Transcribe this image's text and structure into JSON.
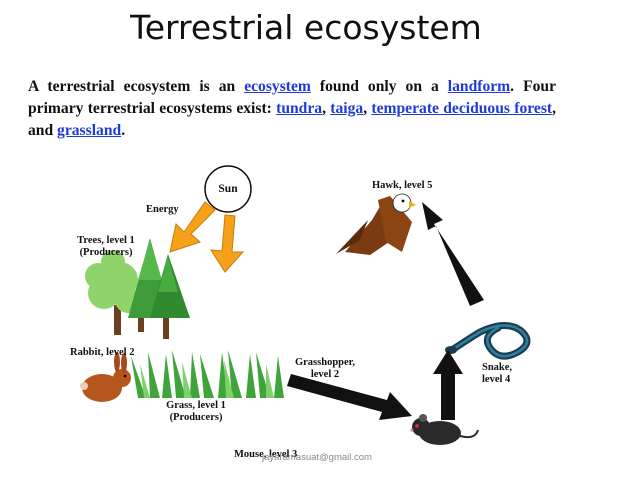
{
  "slide": {
    "title": "Terrestrial ecosystem"
  },
  "intro": {
    "t1": "A terrestrial ecosystem is an ",
    "link_ecosystem": "ecosystem",
    "t2": " found only on a ",
    "link_landform": "landform",
    "t3": ". Four primary terrestrial ecosystems exist: ",
    "link_tundra": "tundra",
    "t4": ", ",
    "link_taiga": "taiga",
    "t5": ", ",
    "link_temperate": "temperate deciduous forest",
    "t6": ", and ",
    "link_grassland": "grassland",
    "t7": "."
  },
  "diagram": {
    "sun": "Sun",
    "energy": "Energy",
    "trees_line1": "Trees, level 1",
    "trees_line2": "(Producers)",
    "rabbit": "Rabbit, level 2",
    "grass_line1": "Grass, level 1",
    "grass_line2": "(Producers)",
    "grasshopper_line1": "Grasshopper,",
    "grasshopper_line2": "level 2",
    "mouse": "Mouse, level 3",
    "snake_line1": "Snake,",
    "snake_line2": "level 4",
    "hawk": "Hawk, level 5"
  },
  "watermark": "jayaramasuat@gmail.com",
  "colors": {
    "link": "#1f3bd6",
    "energy_arrow": "#f5a21a",
    "food_arrow": "#111111",
    "tree_green": "#4caf3e",
    "grass_green": "#3fa43a"
  }
}
